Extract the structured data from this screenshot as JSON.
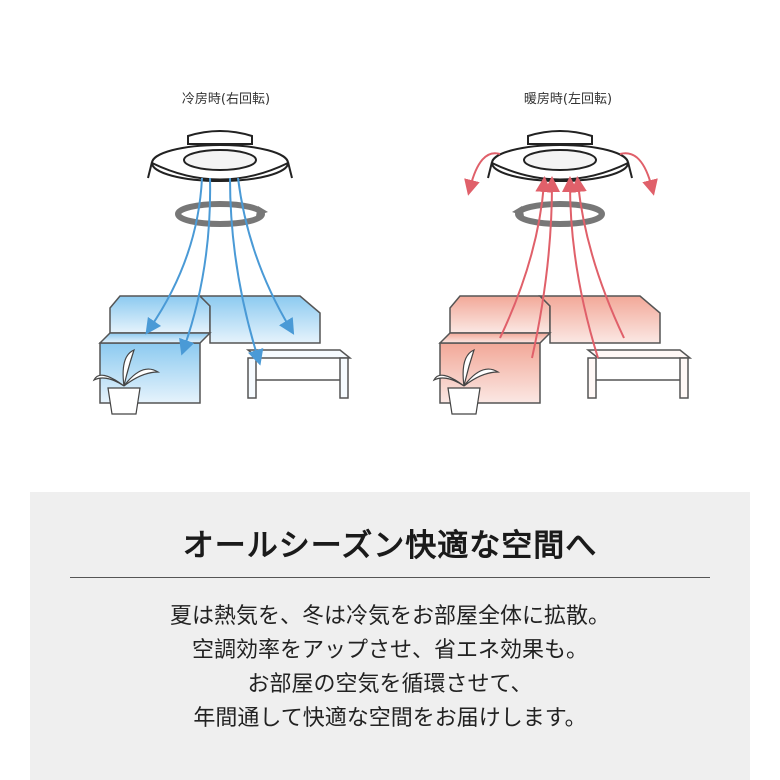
{
  "panels": {
    "cooling": {
      "label": "冷房時(右回転)",
      "color": "#6fb6e6"
    },
    "heating": {
      "label": "暖房時(左回転)",
      "color": "#e8787a"
    }
  },
  "info": {
    "headline": "オールシーズン快適な空間へ",
    "lines": [
      "夏は熱気を、冬は冷気をお部屋全体に拡散。",
      "空調効率をアップさせ、省エネ効果も。",
      "お部屋の空気を循環させて、",
      "年間通して快適な空間をお届けします。"
    ]
  }
}
